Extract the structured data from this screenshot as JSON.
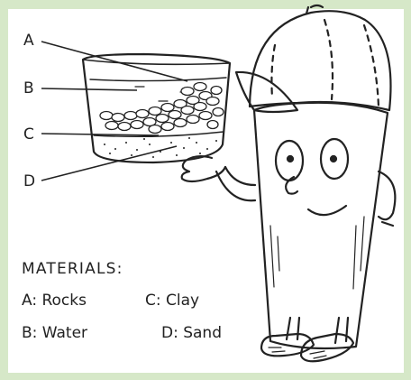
{
  "diagram": {
    "labels": {
      "a": "A",
      "b": "B",
      "c": "C",
      "d": "D"
    },
    "materials_title": "MATERIALS:",
    "materials": [
      {
        "text": "A: Rocks"
      },
      {
        "text": "C: Clay"
      },
      {
        "text": "B: Water"
      },
      {
        "text": "D: Sand"
      }
    ]
  },
  "colors": {
    "border": "#d6e8c8",
    "ink": "#222222",
    "background": "#ffffff"
  }
}
